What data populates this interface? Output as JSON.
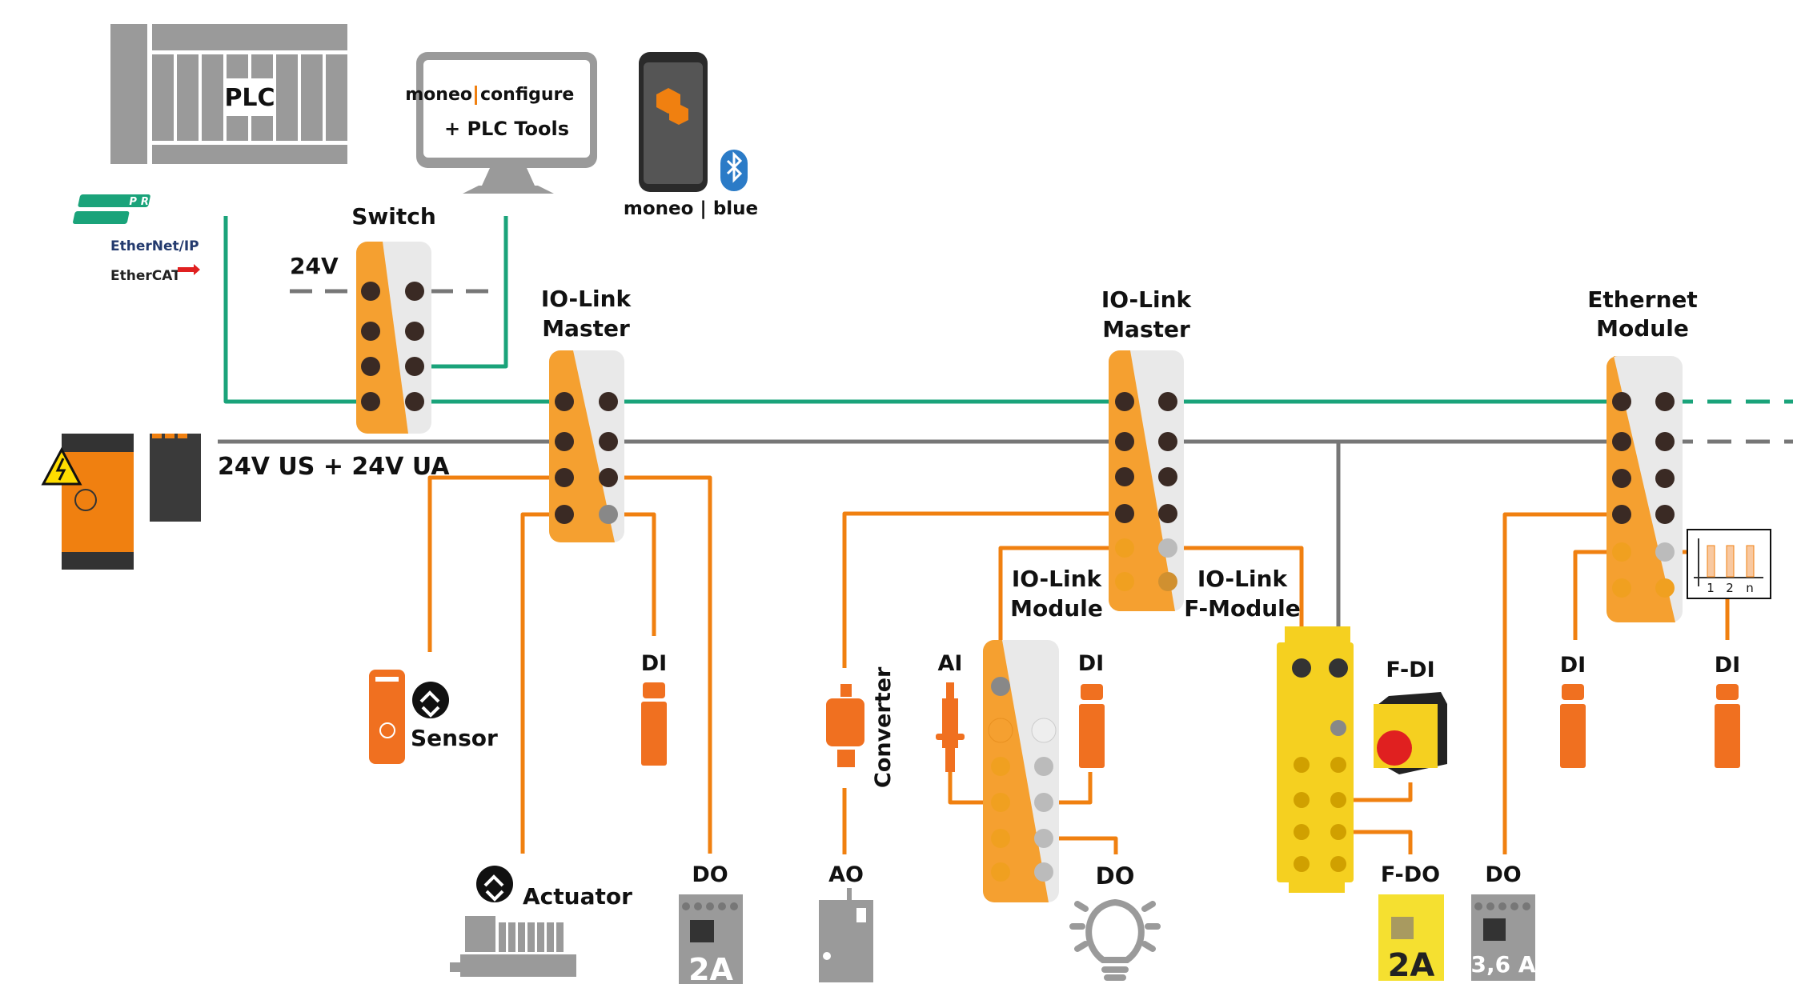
{
  "colors": {
    "ethernet": "#1aa37a",
    "power": "#777777",
    "io_link": "#f08010",
    "device_orange": "#f5a030",
    "device_white": "#e9e9e9",
    "safety_yellow": "#f5d020",
    "icon_grey": "#9a9a9a"
  },
  "controller": {
    "plc_label": "PLC",
    "monitor_line1_a": "moneo",
    "monitor_line1_b": "configure",
    "monitor_line2": "+ PLC Tools",
    "phone_label": "moneo | blue",
    "phone_icon": "bluetooth-icon"
  },
  "protocols": [
    "PROFINET",
    "EtherNet/IP",
    "EtherCAT"
  ],
  "power": {
    "supply_icon": "high-voltage-warning-icon",
    "bus_label": "24V US + 24V UA",
    "switch_supply_label": "24V"
  },
  "devices": {
    "switch": {
      "title": "Switch"
    },
    "master1": {
      "title_line1": "IO-Link",
      "title_line2": "Master"
    },
    "master2": {
      "title_line1": "IO-Link",
      "title_line2": "Master"
    },
    "ethernet_module": {
      "title_line1": "Ethernet",
      "title_line2": "Module"
    },
    "io_link_module": {
      "title_line1": "IO-Link",
      "title_line2": "Module"
    },
    "io_link_f_module": {
      "title_line1": "IO-Link",
      "title_line2": "F-Module"
    }
  },
  "endpoints": {
    "sensor": "Sensor",
    "actuator": "Actuator",
    "di_master1": "DI",
    "do_master1": "DO",
    "do_master1_rating": "2A",
    "converter": "Converter",
    "ao": "AO",
    "ai": "AI",
    "di_module": "DI",
    "do_module": "DO",
    "f_di": "F-DI",
    "f_do": "F-DO",
    "f_do_rating": "2A",
    "do_eth": "DO",
    "do_eth_rating": "3,6 A",
    "di_eth1": "DI",
    "di_eth2": "DI",
    "multi_channel": [
      "1",
      "2",
      "n"
    ]
  }
}
